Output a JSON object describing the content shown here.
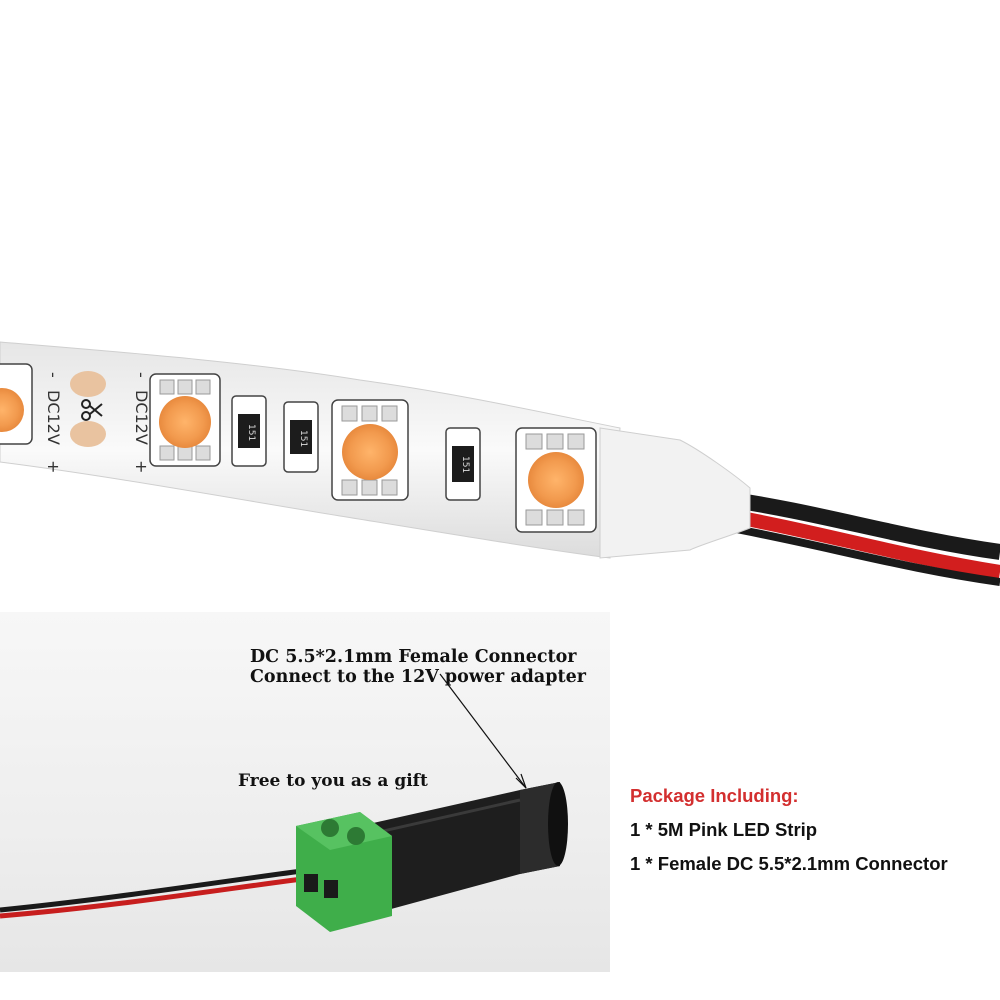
{
  "strip": {
    "voltage_label": "DC12V",
    "minus_sign": "-",
    "plus_sign": "+",
    "resistor_code": "151",
    "colors": {
      "pcb": "#f4f4f4",
      "led_core": "#f6a65a",
      "pad": "#e9c3a0",
      "wire_red": "#d21e1e",
      "wire_black": "#1a1a1a"
    },
    "icons": [
      "scissors-icon"
    ]
  },
  "photo": {
    "caption_line1": "DC 5.5*2.1mm Female Connector",
    "caption_line2": "Connect to the 12V power adapter",
    "gift_label": "Free to you as a gift",
    "colors": {
      "terminal_green": "#3fae4a",
      "connector_body": "#1e1e1e"
    }
  },
  "package": {
    "title": "Package Including:",
    "items": [
      "1 * 5M Pink LED Strip",
      "1 * Female DC 5.5*2.1mm Connector"
    ],
    "title_color": "#d32f2f"
  }
}
